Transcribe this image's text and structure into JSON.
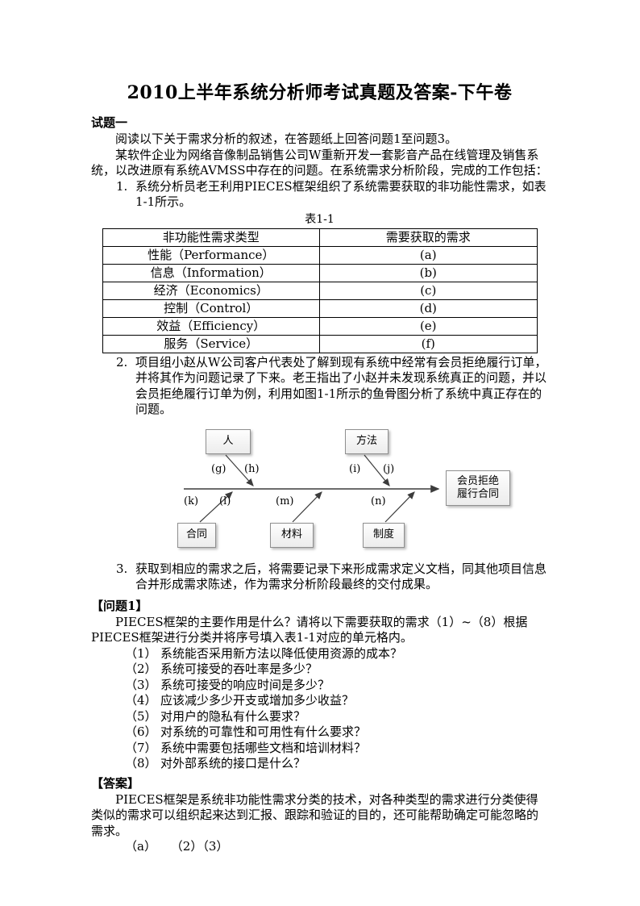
{
  "doc": {
    "title": "2010上半年系统分析师考试真题及答案-下午卷"
  },
  "section1": {
    "heading": "试题一",
    "intro": "阅读以下关于需求分析的叙述，在答题纸上回答问题1至问题3。",
    "para1": "某软件企业为网络音像制品销售公司W重新开发一套影音产品在线管理及销售系统，以改进原有系统AVMSS中存在的问题。在系统需求分析阶段，完成的工作包括：",
    "item1_num": "1.",
    "item1_text": "系统分析员老王利用PIECES框架组织了系统需要获取的非功能性需求，如表1-1所示。",
    "item2_num": "2.",
    "item2_text": "项目组小赵从W公司客户代表处了解到现有系统中经常有会员拒绝履行订单，并将其作为问题记录了下来。老王指出了小赵并未发现系统真正的问题，并以会员拒绝履行订单为例，利用如图1-1所示的鱼骨图分析了系统中真正存在的问题。",
    "item3_num": "3.",
    "item3_text": "获取到相应的需求之后，将需要记录下来形成需求定义文档，同其他项目信息合并形成需求陈述，作为需求分析阶段最终的交付成果。"
  },
  "table": {
    "caption": "表1-1",
    "headers": [
      "非功能性需求类型",
      "需要获取的需求"
    ],
    "rows": [
      [
        "性能（Performance）",
        "(a)"
      ],
      [
        "信息（Information）",
        "(b)"
      ],
      [
        "经济（Economics）",
        "(c)"
      ],
      [
        "控制（Control）",
        "(d)"
      ],
      [
        "效益（Efficiency）",
        "(e)"
      ],
      [
        "服务（Service）",
        "(f)"
      ]
    ]
  },
  "diagram": {
    "boxes": {
      "person": "人",
      "method": "方法",
      "effect": "会员拒绝履行合同",
      "contract": "合同",
      "material": "材料",
      "institution": "制度"
    },
    "labels": {
      "g": "(g)",
      "h": "(h)",
      "i": "(i)",
      "j": "(j)",
      "k": "(k)",
      "l": "(l)",
      "m": "(m)",
      "n": "(n)"
    }
  },
  "question1": {
    "heading": "【问题1】",
    "intro": "PIECES框架的主要作用是什么？请将以下需要获取的需求（1）~（8）根据PIECES框架进行分类并将序号填入表1-1对应的单元格内。",
    "items": [
      {
        "num": "（1）",
        "text": "系统能否采用新方法以降低使用资源的成本？"
      },
      {
        "num": "（2）",
        "text": "系统可接受的吞吐率是多少？"
      },
      {
        "num": "（3）",
        "text": "系统可接受的响应时间是多少？"
      },
      {
        "num": "（4）",
        "text": "应该减少多少开支或增加多少收益？"
      },
      {
        "num": "（5）",
        "text": "对用户的隐私有什么要求？"
      },
      {
        "num": "（6）",
        "text": "对系统的可靠性和可用性有什么要求？"
      },
      {
        "num": "（7）",
        "text": "系统中需要包括哪些文档和培训材料？"
      },
      {
        "num": "（8）",
        "text": "对外部系统的接口是什么？"
      }
    ]
  },
  "answer": {
    "heading": "【答案】",
    "para": "PIECES框架是系统非功能性需求分类的技术，对各种类型的需求进行分类使得类似的需求可以组织起来达到汇报、跟踪和验证的目的，还可能帮助确定可能忽略的需求。",
    "item_a_num": "（a）",
    "item_a_val": "（2）（3）"
  }
}
